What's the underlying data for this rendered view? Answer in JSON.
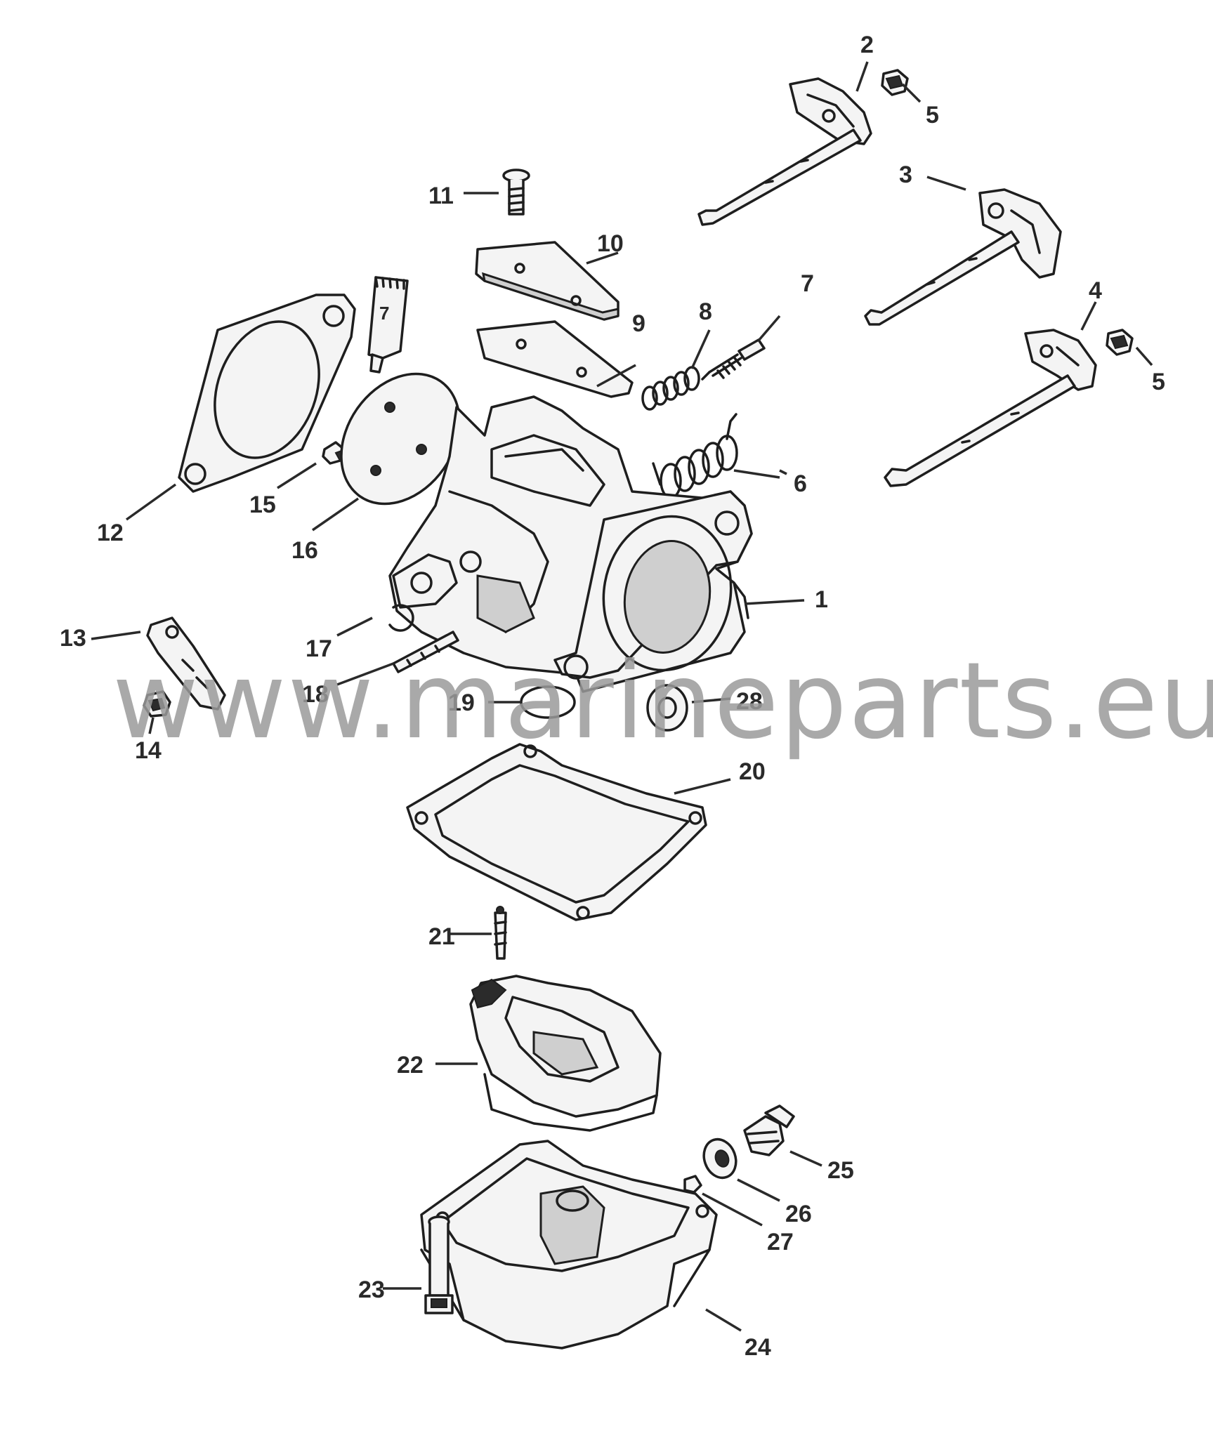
{
  "watermark": "www.marineparts.eu",
  "callouts": [
    {
      "id": "1",
      "text": "1"
    },
    {
      "id": "2",
      "text": "2"
    },
    {
      "id": "3",
      "text": "3"
    },
    {
      "id": "4",
      "text": "4"
    },
    {
      "id": "5a",
      "text": "5"
    },
    {
      "id": "5b",
      "text": "5"
    },
    {
      "id": "6",
      "text": "6"
    },
    {
      "id": "7",
      "text": "7"
    },
    {
      "id": "8",
      "text": "8"
    },
    {
      "id": "9",
      "text": "9"
    },
    {
      "id": "10",
      "text": "10"
    },
    {
      "id": "11",
      "text": "11"
    },
    {
      "id": "12",
      "text": "12"
    },
    {
      "id": "13",
      "text": "13"
    },
    {
      "id": "14",
      "text": "14"
    },
    {
      "id": "15",
      "text": "15"
    },
    {
      "id": "16",
      "text": "16"
    },
    {
      "id": "17",
      "text": "17"
    },
    {
      "id": "18",
      "text": "18"
    },
    {
      "id": "19",
      "text": "19"
    },
    {
      "id": "20",
      "text": "20"
    },
    {
      "id": "21",
      "text": "21"
    },
    {
      "id": "22",
      "text": "22"
    },
    {
      "id": "23",
      "text": "23"
    },
    {
      "id": "24",
      "text": "24"
    },
    {
      "id": "25",
      "text": "25"
    },
    {
      "id": "26",
      "text": "26"
    },
    {
      "id": "27",
      "text": "27"
    },
    {
      "id": "28",
      "text": "28"
    }
  ],
  "tube_mark": "7"
}
